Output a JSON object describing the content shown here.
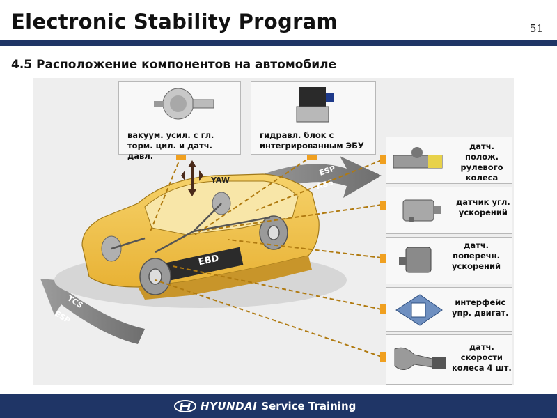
{
  "header": {
    "title": "Electronic Stability Program",
    "page_number": "51"
  },
  "subtitle": "4.5 Расположение компонентов на автомобиле",
  "diagram": {
    "yaw_label": "YAW",
    "ebd_label": "EBD",
    "arrow_top_labels": [
      "ESP",
      "ABS"
    ],
    "arrow_bottom_labels": [
      "TCS",
      "ESP"
    ]
  },
  "components": {
    "vacuum_booster": "вакуум. усил. с гл.\nторм. цил. и датч. давл.",
    "hydraulic_unit": "гидравл. блок с\nинтегрированным ЭБУ",
    "steering_sensor": "датч. полож.\nрулевого\nколеса",
    "yaw_rate_sensor": "датчик угл.\nускорений",
    "lateral_accel_sensor": "датч.\nпоперечн.\nускорений",
    "engine_interface": "интерфейс\nупр. двигат.",
    "wheel_speed_sensor": "датч.\nскорости\nколеса 4 шт."
  },
  "footer": {
    "brand": "HYUNDAI",
    "service_label": "Service Training"
  },
  "colors": {
    "header_rule": "#1f3566",
    "footer_bg": "#1f3566",
    "car_body": "#f1c040",
    "connector_marker": "#f0a020",
    "arrow_grey": "#8a8a8a"
  }
}
